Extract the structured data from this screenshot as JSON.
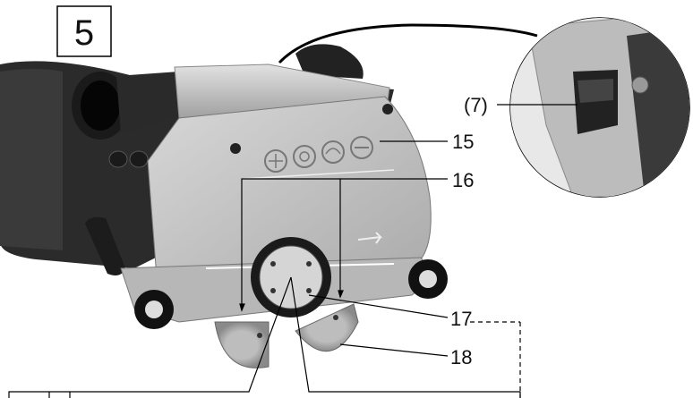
{
  "figure_number": "5",
  "callouts": {
    "c7": "(7)",
    "c15": "15",
    "c16": "16",
    "c17": "17",
    "c18": "18"
  },
  "colors": {
    "housing": "#c9c9c9",
    "dark_body": "#2b2b2b",
    "line": "#000000"
  },
  "icons": [
    "rotation-symbol-icon",
    "disc-symbol-icon",
    "goggles-symbol-icon",
    "ear-protection-symbol-icon"
  ]
}
